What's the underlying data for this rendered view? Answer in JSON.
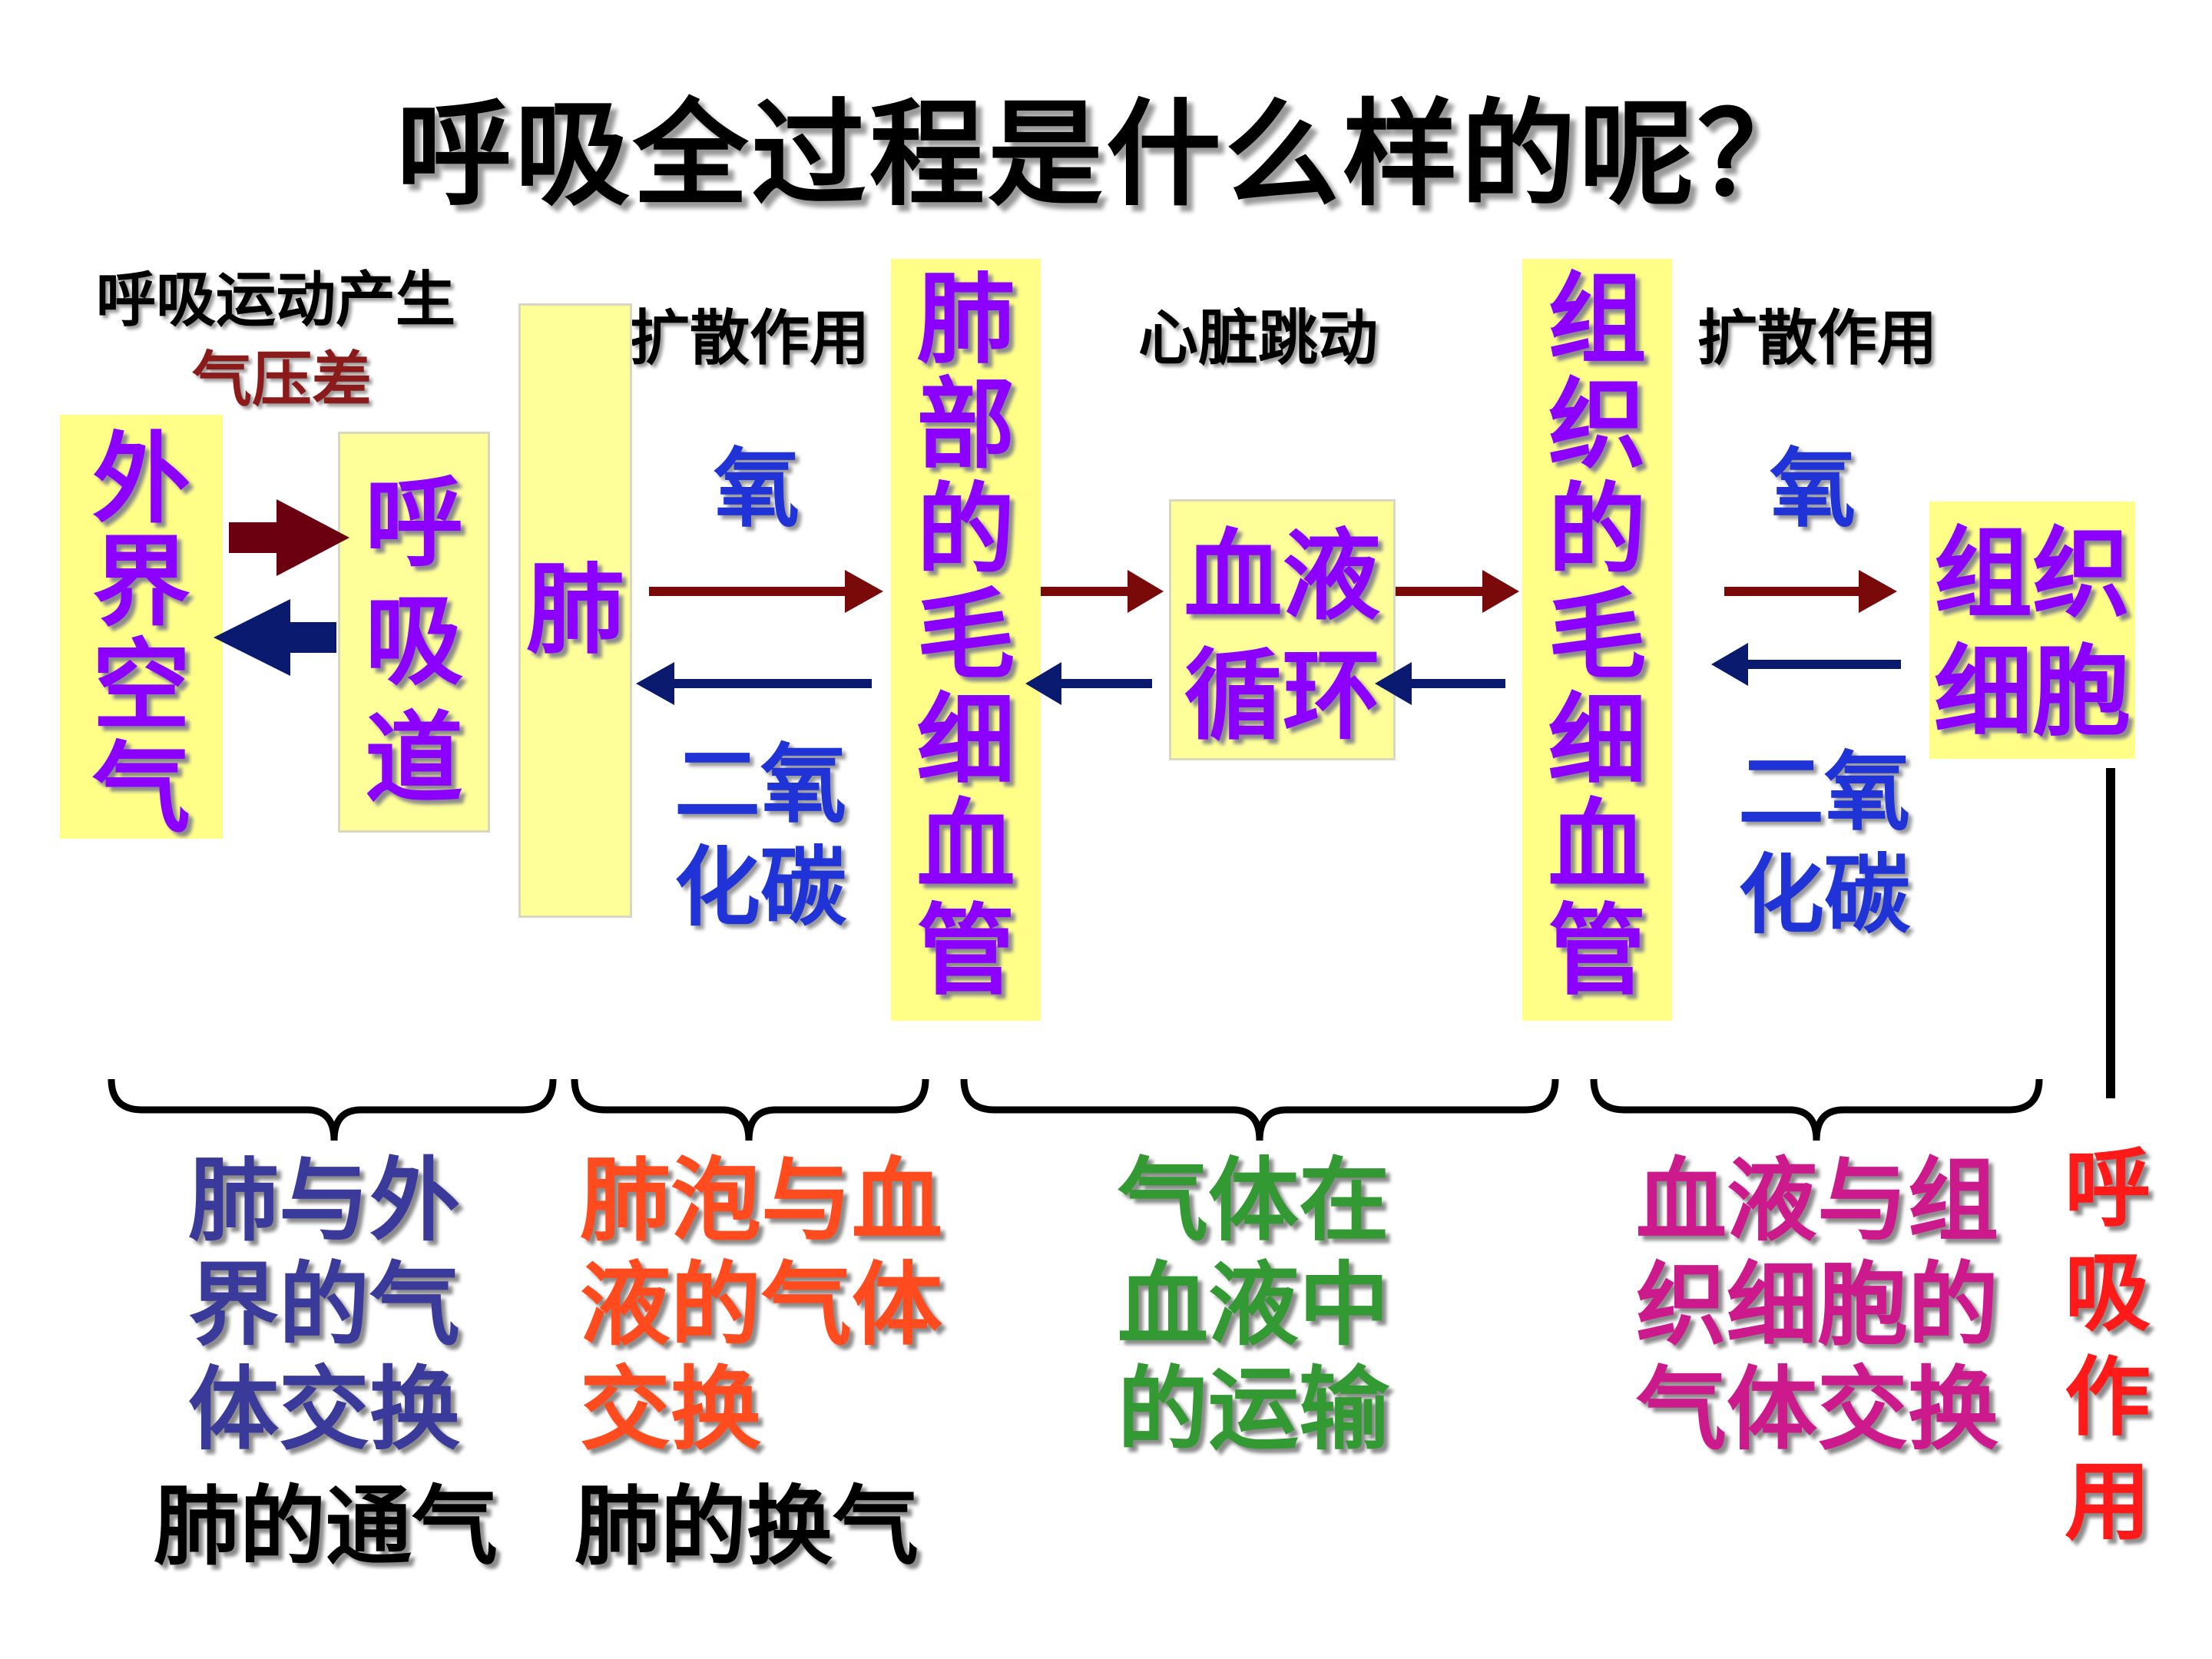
{
  "title": "呼吸全过程是什么样的呢？",
  "top_labels": {
    "breathing_motion": "呼吸运动产生",
    "pressure_diff": "气压差",
    "diffusion_1": "扩散作用",
    "heartbeat": "心脏跳动",
    "diffusion_2": "扩散作用"
  },
  "boxes": {
    "outside_air": [
      "外",
      "界",
      "空",
      "气"
    ],
    "airway": [
      "呼",
      "吸",
      "道"
    ],
    "lung": "肺",
    "lung_capillaries": [
      "肺",
      "部",
      "的",
      "毛",
      "细",
      "血",
      "管"
    ],
    "blood_circulation": [
      "血液",
      "循环"
    ],
    "tissue_capillaries": [
      "组",
      "织",
      "的",
      "毛",
      "细",
      "血",
      "管"
    ],
    "tissue_cells": [
      "组织",
      "细胞"
    ]
  },
  "gases": {
    "o2_left": "氧",
    "co2_left": [
      "二氧",
      "化碳"
    ],
    "o2_right": "氧",
    "co2_right": [
      "二氧",
      "化碳"
    ]
  },
  "captions": {
    "lung_exchange_outside": [
      "肺与外",
      "界的气",
      "体交换"
    ],
    "alveoli_blood_exchange": [
      "肺泡与血",
      "液的气体",
      "交换"
    ],
    "blood_transport": [
      "气体在",
      "血液中",
      "的运输"
    ],
    "blood_tissue_exchange": [
      "血液与组",
      "织细胞的",
      "气体交换"
    ],
    "respiration": [
      "呼",
      "吸",
      "作",
      "用"
    ]
  },
  "sub_captions": {
    "lung_ventilation": "肺的通气",
    "lung_gas_exchange": "肺的换气"
  },
  "colors": {
    "box_fill": "#ffff88",
    "box_text": "#8b00ff",
    "arrow_dark_red": "#6b0010",
    "arrow_dark_blue": "#0a1a6e",
    "pressure_text": "#8b1a1a",
    "caption_1": "#3a3a9a",
    "caption_2": "#ff4b1e",
    "caption_3": "#339933",
    "caption_4": "#cc1a8c",
    "caption_5": "#ff1a1a"
  }
}
